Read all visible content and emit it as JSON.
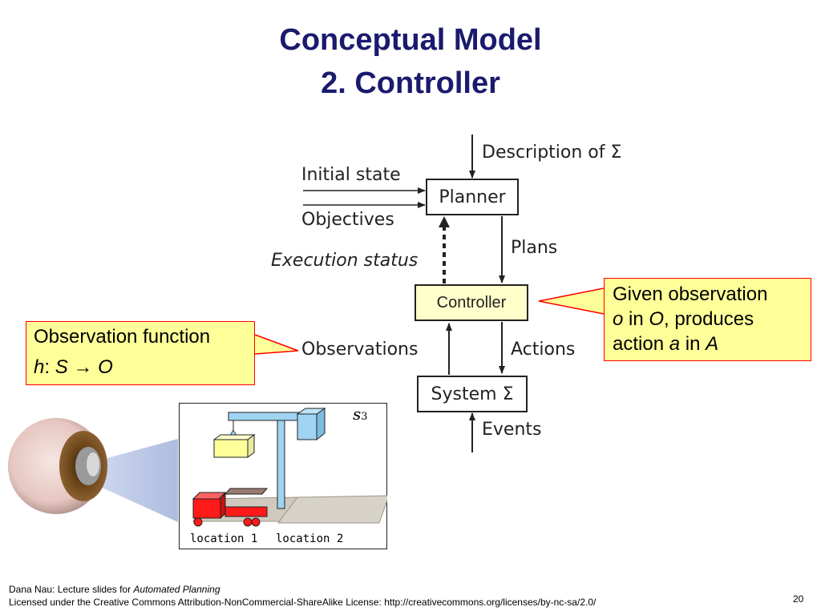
{
  "slide": {
    "title_line1": "Conceptual Model",
    "title_line2": "2. Controller",
    "page_number": "20"
  },
  "diagram": {
    "description_label": "Description of Σ",
    "initial_state_label": "Initial state",
    "planner_label": "Planner",
    "objectives_label": "Objectives",
    "plans_label": "Plans",
    "execution_status_label": "Execution status",
    "controller_label": "Controller",
    "observations_label": "Observations",
    "actions_label": "Actions",
    "system_label": "System Σ",
    "events_label": "Events"
  },
  "callouts": {
    "controller": {
      "line1": "Given observation",
      "line2_italic_o": "o",
      "line2_in": " in ",
      "line2_italic_O": "O",
      "line2_rest": ", produces",
      "line3_action": "action ",
      "line3_italic_a": "a",
      "line3_in": " in ",
      "line3_italic_A": "A"
    },
    "observation": {
      "line1": "Observation function",
      "h": "h",
      "colon": ": ",
      "S": "S",
      "arrow": " → ",
      "O": "O"
    }
  },
  "scene": {
    "state_symbol": "s",
    "state_subscript": "3",
    "location1": "location 1",
    "location2": "location 2"
  },
  "footer": {
    "credit_prefix": "Dana Nau: Lecture slides for ",
    "credit_title": "Automated Planning",
    "license": "Licensed under the Creative Commons Attribution-NonCommercial-ShareAlike License: http://creativecommons.org/licenses/by-nc-sa/2.0/"
  },
  "colors": {
    "title": "#1a1a6e",
    "callout_fill": "#ffff99",
    "callout_border": "#ff0000",
    "controller_fill": "#ffffcc",
    "crane": "#9fd4f2",
    "truck": "#ff1a1a",
    "container": "#ffff99"
  }
}
